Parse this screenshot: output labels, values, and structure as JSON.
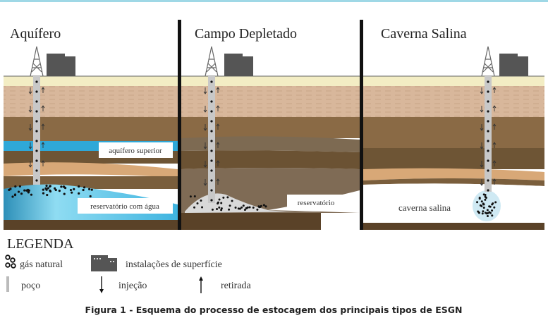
{
  "panels": [
    {
      "title": "Aquífero",
      "labels": {
        "upper_aquifer": "aquífero superior",
        "reservoir": "reservatório com água"
      }
    },
    {
      "title": "Campo Depletado",
      "labels": {
        "reservoir": "reservatório"
      }
    },
    {
      "title": "Caverna Salina",
      "labels": {
        "cavern": "caverna salina"
      }
    }
  ],
  "legend": {
    "title": "LEGENDA",
    "items": [
      {
        "icon": "gas-dots-icon",
        "label": "gás natural"
      },
      {
        "icon": "building-icon",
        "label": "instalações de superfície"
      },
      {
        "icon": "well-icon",
        "label": "poço"
      },
      {
        "icon": "arrow-down-icon",
        "label": "injeção"
      },
      {
        "icon": "arrow-up-icon",
        "label": "retirada"
      }
    ]
  },
  "caption": "Figura 1 - Esquema do processo de estocagem dos principais tipos de ESGN",
  "colors": {
    "frame": "#9fd8e6",
    "soil_yellow": "#f3edc4",
    "soil_tan": "#d8b79b",
    "brown": "#8a6a45",
    "water": "#2fa8d8",
    "building": "#555555"
  }
}
